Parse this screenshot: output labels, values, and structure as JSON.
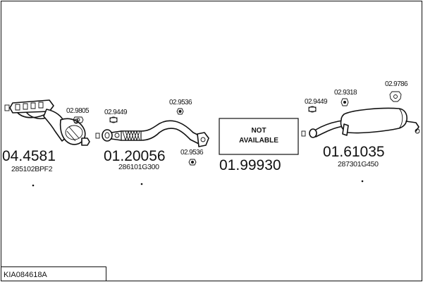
{
  "groups": [
    {
      "part_number": "04.4581",
      "oem_code": "285102BPF2",
      "sub_parts": [
        "02.9805"
      ]
    },
    {
      "part_number": "01.20056",
      "oem_code": "286101G300",
      "sub_parts": [
        "02.9449",
        "02.9536",
        "02.9536"
      ]
    },
    {
      "part_number": "01.99930",
      "not_available_line1": "NOT",
      "not_available_line2": "AVAILABLE"
    },
    {
      "part_number": "01.61035",
      "oem_code": "287301G450",
      "sub_parts": [
        "02.9449",
        "02.9318",
        "02.9786"
      ]
    }
  ],
  "footer": {
    "model_code": "KIA084618A"
  },
  "colors": {
    "line": "#111111",
    "background": "#ffffff"
  }
}
